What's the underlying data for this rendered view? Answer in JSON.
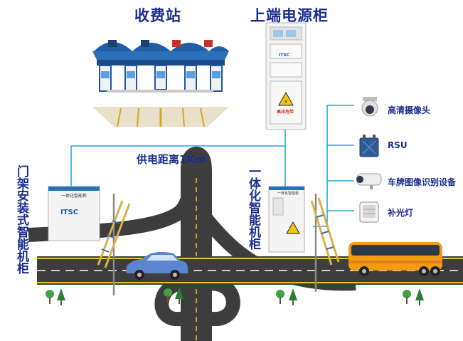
{
  "labels": {
    "toll_station": "收费站",
    "upper_cabinet": "上端电源柜",
    "power_distance": "供电距离1Km",
    "gantry_cabinet": "门架安装式智能机柜",
    "integrated_cabinet": "一体化智能机柜"
  },
  "devices": [
    {
      "label": "高清摄像头",
      "icon": "dome-camera-icon"
    },
    {
      "label": "RSU",
      "icon": "rsu-antenna-icon"
    },
    {
      "label": "车牌图像识别设备",
      "icon": "plate-camera-icon"
    },
    {
      "label": "补光灯",
      "icon": "fill-light-icon"
    }
  ],
  "cabinet_text": {
    "gantry_plate": "一体化智能柜",
    "gantry_logo": "ITSC",
    "integrated_plate": "一体化智能柜",
    "upper_logo": "ITSC",
    "upper_warning": "高压危险"
  },
  "colors": {
    "label_blue": "#1a2d8f",
    "wire_blue": "#2aa6d8",
    "road": "#3d3d3d",
    "lane_yellow": "#f0c020",
    "bus_orange": "#f39c12",
    "car_blue": "#5b85cf",
    "tree_green": "#43a047"
  }
}
